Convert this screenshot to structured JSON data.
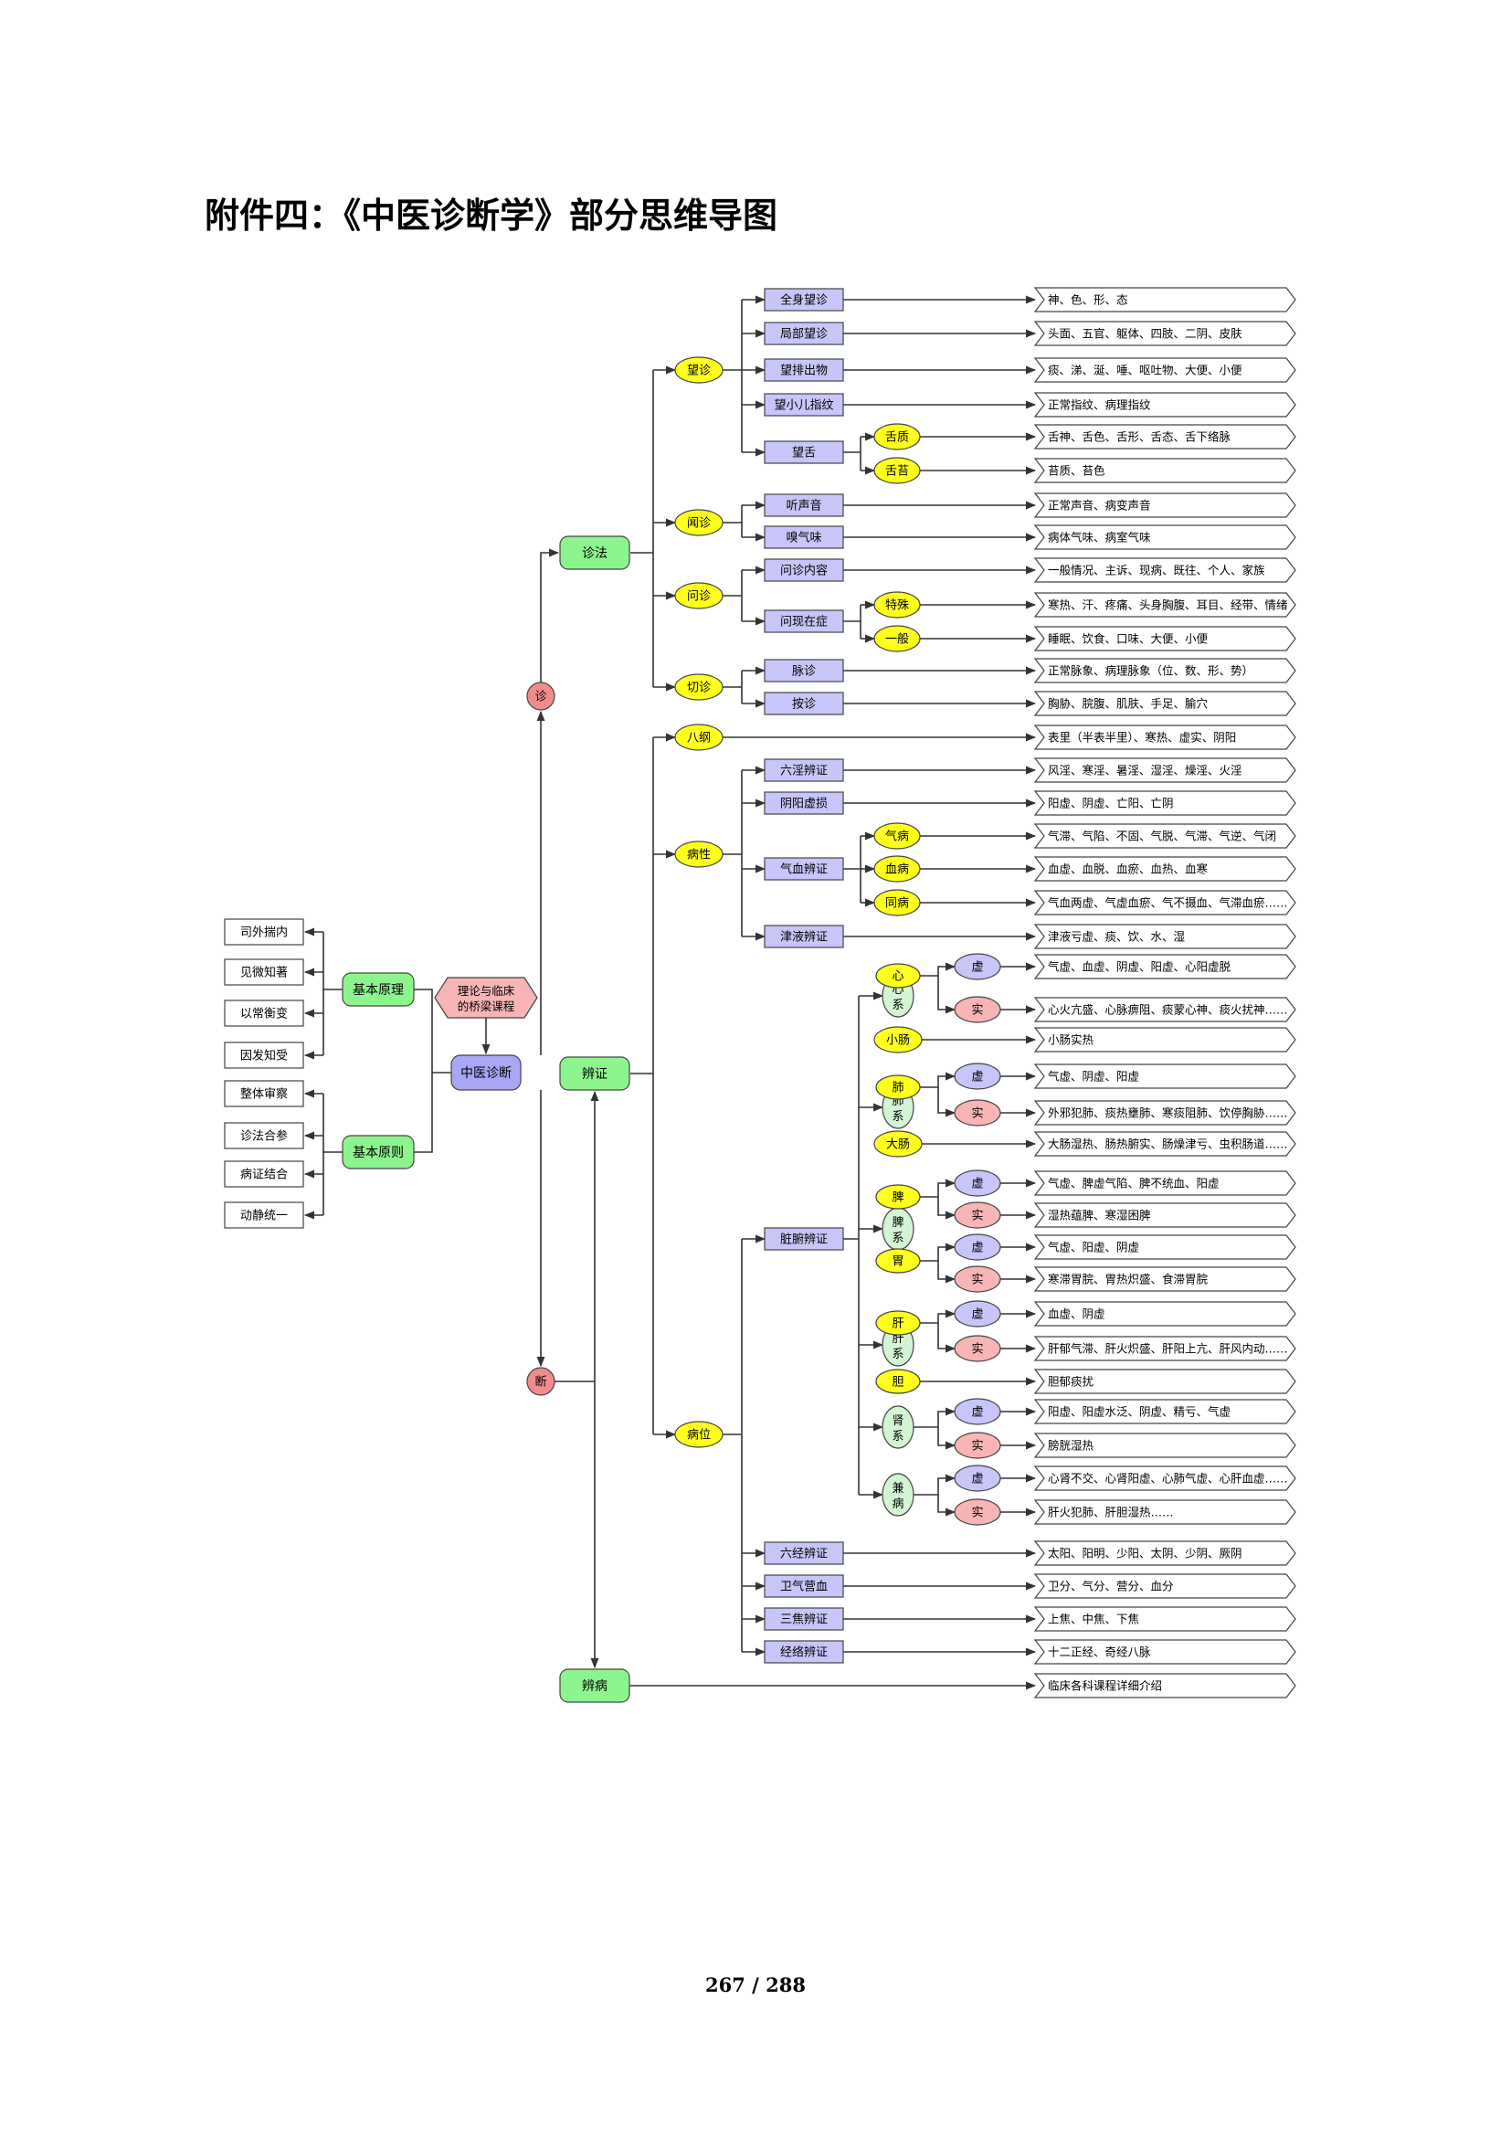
{
  "title": "附件四：《中医诊断学》部分思维导图",
  "page_number": "267 / 288",
  "colors": {
    "green": "#8df58d",
    "blue": "#a9a6f3",
    "light_blue": "#c8c6f9",
    "pink": "#f7b5b5",
    "yellow": "#ffff1e",
    "light_green": "#d3f5d3",
    "red_dot": "#f18c8c",
    "line": "#333333"
  },
  "mindmap": {
    "center": "中医诊断",
    "bridge": "理论与临床的桥梁课程",
    "principle": {
      "label": "基本原理",
      "items": [
        "司外揣内",
        "见微知著",
        "以常衡变",
        "因发知受"
      ]
    },
    "rules": {
      "label": "基本原则",
      "items": [
        "整体审察",
        "诊法合参",
        "病证结合",
        "动静统一"
      ]
    },
    "zhen": "诊",
    "duan": "断",
    "zhenfa": "诊法",
    "bianzheng": "辨证",
    "bianbing": "辨病",
    "wangzhen": "望诊",
    "wenzhen_listen": "闻诊",
    "wenzhen_ask": "问诊",
    "qiezhen": "切诊",
    "bagang": "八纲",
    "bingxing": "病性",
    "bingwei": "病位",
    "wz1": "全身望诊",
    "wz1_t": "神、色、形、态",
    "wz2": "局部望诊",
    "wz2_t": "头面、五官、躯体、四肢、二阴、皮肤",
    "wz3": "望排出物",
    "wz3_t": "痰、涕、涎、唾、呕吐物、大便、小便",
    "wz4": "望小儿指纹",
    "wz4_t": "正常指纹、病理指纹",
    "wz5": "望舌",
    "sz": "舌质",
    "sz_t": "舌神、舌色、舌形、舌态、舌下络脉",
    "st": "舌苔",
    "st_t": "苔质、苔色",
    "lz1": "听声音",
    "lz1_t": "正常声音、病变声音",
    "lz2": "嗅气味",
    "lz2_t": "病体气味、病室气味",
    "az1": "问诊内容",
    "az1_t": "一般情况、主诉、现病、既往、个人、家族",
    "az2": "问现在症",
    "ts": "特殊",
    "ts_t": "寒热、汗、疼痛、头身胸腹、耳目、经带、情绪",
    "yb": "一般",
    "yb_t": "睡眠、饮食、口味、大便、小便",
    "qz1": "脉诊",
    "qz1_t": "正常脉象、病理脉象（位、数、形、势）",
    "qz2": "按诊",
    "qz2_t": "胸胁、脘腹、肌肤、手足、腧穴",
    "bagang_t": "表里（半表半里）、寒热、虚实、阴阳",
    "bx1": "六淫辨证",
    "bx1_t": "风淫、寒淫、暑淫、湿淫、燥淫、火淫",
    "bx2": "阴阳虚损",
    "bx2_t": "阳虚、阴虚、亡阳、亡阴",
    "bx3": "气血辨证",
    "qb": "气病",
    "qb_t": "气滞、气陷、不固、气脱、气滞、气逆、气闭",
    "xb": "血病",
    "xb_t": "血虚、血脱、血瘀、血热、血寒",
    "tb": "同病",
    "tb_t": "气血两虚、气虚血瘀、气不摄血、气滞血瘀……",
    "bx4": "津液辨证",
    "bx4_t": "津液亏虚、痰、饮、水、湿",
    "zf": "脏腑辨证",
    "xi": "系",
    "xu": "虚",
    "shi": "实",
    "xin": "心",
    "xin_xu_t": "气虚、血虚、阴虚、阳虚、心阳虚脱",
    "xin_shi_t": "心火亢盛、心脉痹阻、痰蒙心神、痰火扰神……",
    "xiaochang": "小肠",
    "xiaochang_t": "小肠实热",
    "fei": "肺",
    "fei_xu_t": "气虚、阴虚、阳虚",
    "fei_shi_t": "外邪犯肺、痰热壅肺、寒痰阻肺、饮停胸胁……",
    "dachang": "大肠",
    "dachang_t": "大肠湿热、肠热腑实、肠燥津亏、虫积肠道……",
    "pi": "脾",
    "pi_xu_t": "气虚、脾虚气陷、脾不统血、阳虚",
    "pi_shi_t": "湿热蕴脾、寒湿困脾",
    "wei": "胃",
    "wei_xu_t": "气虚、阳虚、阴虚",
    "wei_shi_t": "寒滞胃脘、胃热炽盛、食滞胃脘",
    "gan": "肝",
    "gan_xu_t": "血虚、阴虚",
    "gan_shi_t": "肝郁气滞、肝火炽盛、肝阳上亢、肝风内动……",
    "dan": "胆",
    "dan_t": "胆郁痰扰",
    "shen": "肾",
    "shen_xu_t": "阳虚、阳虚水泛、阴虚、精亏、气虚",
    "shen_shi_t": "膀胱湿热",
    "jian": "兼病",
    "jian_xu_t": "心肾不交、心肾阳虚、心肺气虚、心肝血虚……",
    "jian_shi_t": "肝火犯肺、肝胆湿热……",
    "lj": "六经辨证",
    "lj_t": "太阳、阳明、少阳、太阴、少阴、厥阴",
    "wq": "卫气营血",
    "wq_t": "卫分、气分、营分、血分",
    "sj": "三焦辨证",
    "sj_t": "上焦、中焦、下焦",
    "jl": "经络辨证",
    "jl_t": "十二正经、奇经八脉",
    "bianbing_t": "临床各科课程详细介绍"
  }
}
